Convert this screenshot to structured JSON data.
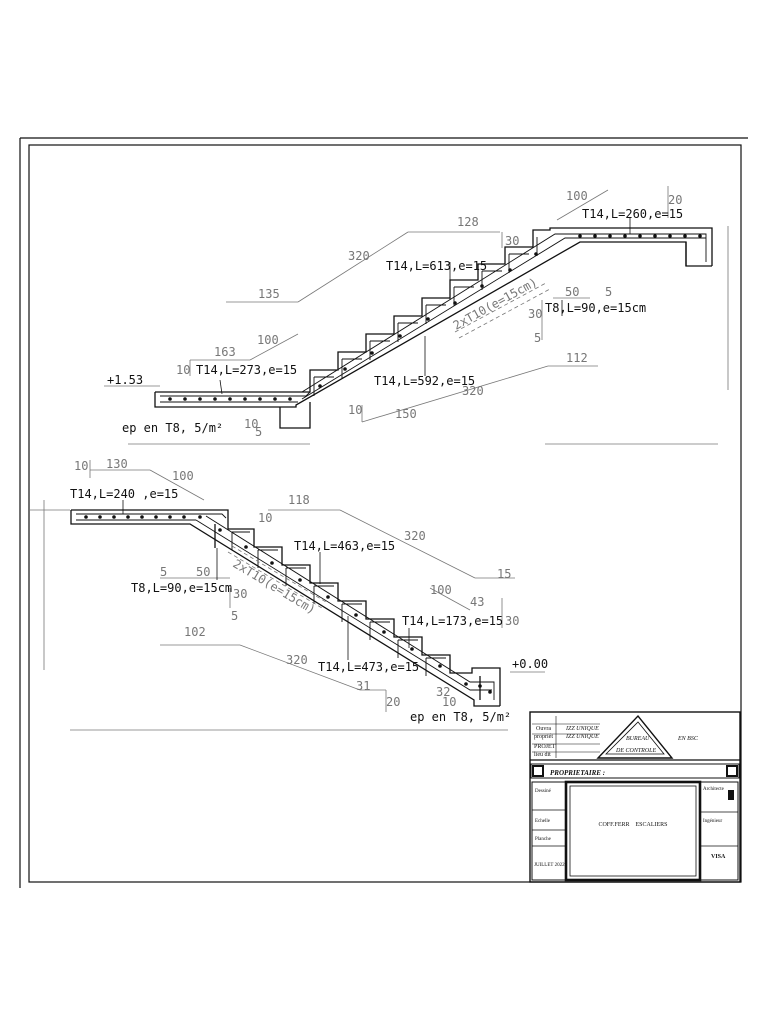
{
  "upper_stair": {
    "level": "+1.53",
    "bars": {
      "b1": "T14,L=260,e=15",
      "b2": "T14,L=613,e=15",
      "b3": "T8,L=90,e=15cm",
      "b4": "T14,L=273,e=15",
      "b5": "T14,L=592,e=15",
      "b6": "2xT10(e=15cm)"
    },
    "note": "ep en T8, 5/m²",
    "dims": {
      "d100a": "100",
      "d20a": "20",
      "d128": "128",
      "d30a": "30",
      "d320a": "320",
      "d135": "135",
      "d50": "50",
      "d5a": "5",
      "d30b": "30",
      "d5b": "5",
      "d163": "163",
      "d100b": "100",
      "d10a": "10",
      "d112": "112",
      "d320b": "320",
      "d10b": "10",
      "d150": "150",
      "d10c": "10",
      "d5c": "5"
    }
  },
  "lower_stair": {
    "level": "+0.00",
    "bars": {
      "b1": "T14,L=240 ,e=15",
      "b2": "T14,L=463,e=15",
      "b3": "T8,L=90,e=15cm",
      "b4": "T14,L=173,e=15",
      "b5": "T14,L=473,e=15",
      "b6": "2xT10(e=15cm)"
    },
    "note": "ep en T8, 5/m²",
    "dims": {
      "d10a": "10",
      "d130": "130",
      "d100a": "100",
      "d118": "118",
      "d10b": "10",
      "d320a": "320",
      "d15": "15",
      "d5a": "5",
      "d50": "50",
      "d30a": "30",
      "d5b": "5",
      "d100b": "100",
      "d43": "43",
      "d30b": "30",
      "d102": "102",
      "d320b": "320",
      "d31": "31",
      "d20": "20",
      "d32": "32",
      "d10c": "10"
    }
  },
  "title_block": {
    "ouvrage_label": "Ouvra",
    "ouvrage_value": "IZZ UNIQUE",
    "proprio_label": "propriét",
    "proprio_value": "IZZ UNIQUE",
    "projet_label": "PROJET",
    "lieu_label": "lieu dit",
    "company_line1": "BUREAU",
    "company_line2": "DE CONTROLE",
    "side_text": "EN BSC",
    "owner_header": "PROPRIETAIRE :",
    "dessine_label": "Dessiné",
    "echelle_label": "Echelle",
    "planche_label": "Planche",
    "date_label": "JUILLET 2022",
    "architecte_label": "Architecte",
    "ingenieur_label": "Ingénieur",
    "visa_label": "VISA",
    "drawing_title": "COFF.FERR    ESCALIERS"
  }
}
